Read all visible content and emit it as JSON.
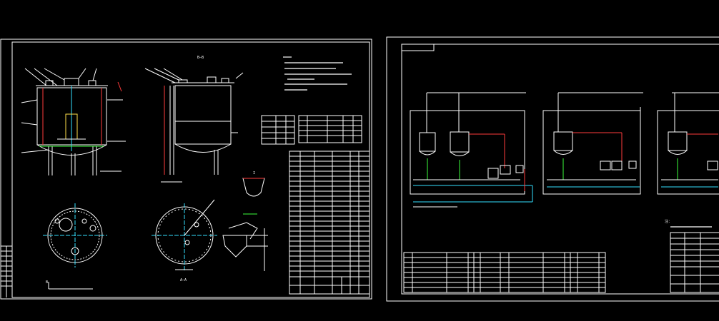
{
  "colors": {
    "background": "#000000",
    "line": "#ffffff",
    "accent_cyan": "#35e0ff",
    "accent_green": "#3cff3c",
    "accent_yellow": "#ffe14a",
    "accent_red": "#ff3b3b",
    "accent_magenta": "#ff4dff"
  },
  "sheet_left": {
    "section_label_top": "B—B",
    "section_label_bottom": "A—A",
    "view_label_b": "B",
    "view_label_a": "A",
    "detail_label": "I"
  },
  "sheet_right": {
    "note_label": "注："
  }
}
